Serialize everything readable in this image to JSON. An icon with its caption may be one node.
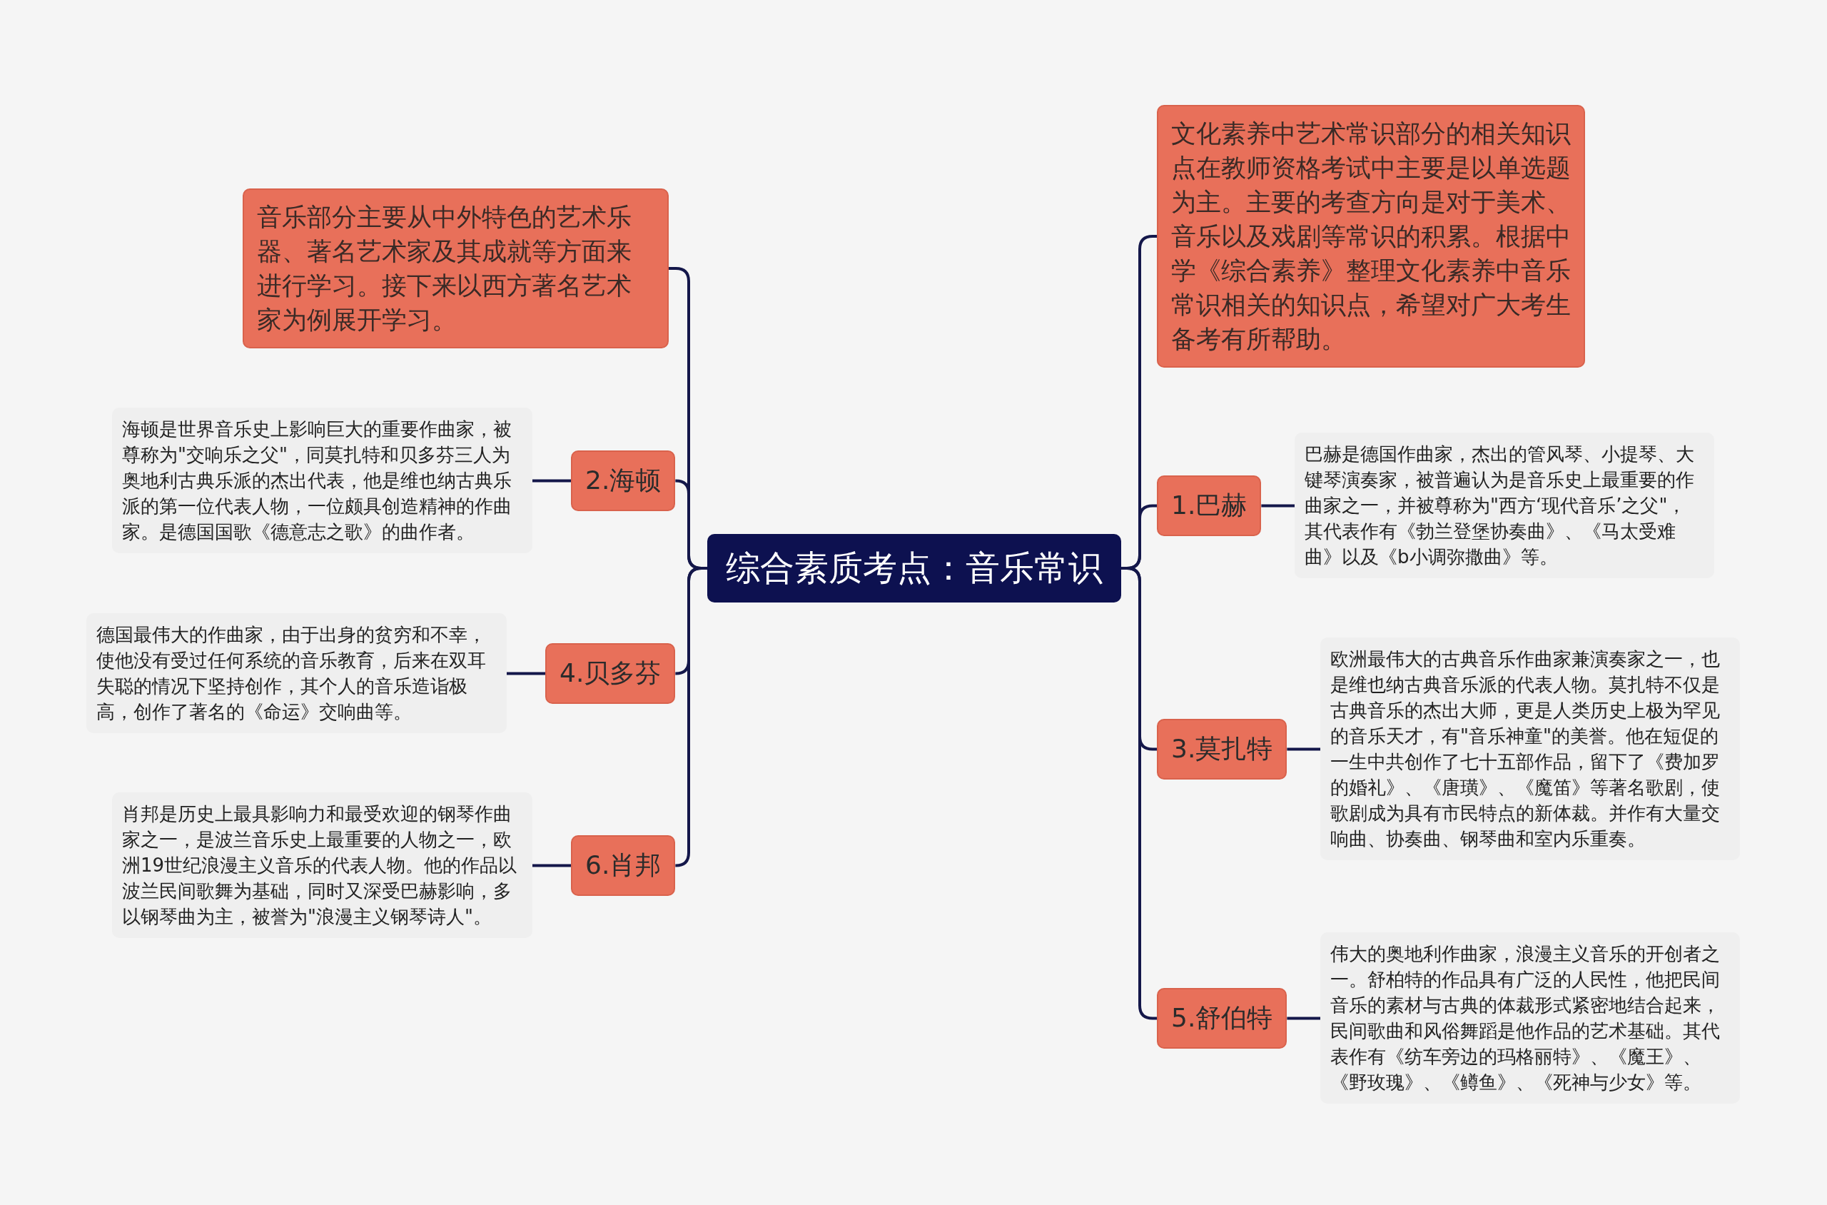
{
  "diagram": {
    "nodes": [
      {
        "text": [
          "综合素质考点：音乐常识"
        ]
      },
      {
        "text": [
          "音乐部分主要从中外特色的艺术乐器、著名艺术家及其成就等方面来进行学习。接下来以西方著名艺术家为例展开学习。"
        ]
      },
      {
        "text": [
          "2.海顿"
        ]
      },
      {
        "text": [
          "海顿是世界音乐史上影响巨大的重要作曲家，被尊称为\"交响乐之父\"，同莫扎特和贝多芬三人为奥地利古典乐派的杰出代表，他是维也纳古典乐派的第一位代表人物，一位颇具创造精神的作曲家。是德国国歌《德意志之歌》的曲作者。"
        ]
      },
      {
        "text": [
          "4.贝多芬"
        ]
      },
      {
        "text": [
          "德国最伟大的作曲家，由于出身的贫穷和不幸，使他没有受过任何系统的音乐教育，后来在双耳失聪的情况下坚持创作，其个人的音乐造诣极高，创作了著名的《命运》交响曲等。"
        ]
      },
      {
        "text": [
          "6.肖邦"
        ]
      },
      {
        "text": [
          "肖邦是历史上最具影响力和最受欢迎的钢琴作曲家之一，是波兰音乐史上最重要的人物之一，欧洲19世纪浪漫主义音乐的代表人物。他的作品以波兰民间歌舞为基础，同时又深受巴赫影响，多以钢琴曲为主，被誉为\"浪漫主义钢琴诗人\"。"
        ]
      },
      {
        "text": [
          "文化素养中艺术常识部分的相关知识点在教师资格考试中主要是以单选题为主。主要的考查方向是对于美术、音乐以及戏剧等常识的积累。根据中学《综合素养》整理文化素养中音乐常识相关的知识点，希望对广大考生备考有所帮助。"
        ]
      },
      {
        "text": [
          "1.巴赫"
        ]
      },
      {
        "text": [
          "巴赫是德国作曲家，杰出的管风琴、小提琴、大键琴演奏家，被普遍认为是音乐史上最重要的作曲家之一，并被尊称为\"西方‘现代音乐’之父\"，其代表作有《勃兰登堡协奏曲》、《马太受难曲》以及《b小调弥撒曲》等。"
        ]
      },
      {
        "text": [
          "3.莫扎特"
        ]
      },
      {
        "text": [
          "欧洲最伟大的古典音乐作曲家兼演奏家之一，也是维也纳古典音乐派的代表人物。莫扎特不仅是古典音乐的杰出大师，更是人类历史上极为罕见的音乐天才，有\"音乐神童\"的美誉。他在短促的一生中共创作了七十五部作品，留下了《费加罗的婚礼》、《唐璜》、《魔笛》等著名歌剧，使歌剧成为具有市民特点的新体裁。并作有大量交响曲、协奏曲、钢琴曲和室内乐重奏。"
        ]
      },
      {
        "text": [
          "5.舒伯特"
        ]
      },
      {
        "text": [
          "伟大的奥地利作曲家，浪漫主义音乐的开创者之一。舒柏特的作品具有广泛的人民性，他把民间音乐的素材与古典的体裁形式紧密地结合起来，民间歌曲和风俗舞蹈是他作品的艺术基础。其代表作有《纺车旁边的玛格丽特》、《魔王》、《野玫瑰》、《鳟鱼》、《死神与少女》等。"
        ]
      }
    ],
    "edges": [
      {
        "from": 0,
        "to": 1,
        "arrow": "none"
      },
      {
        "from": 0,
        "to": 2,
        "arrow": "none"
      },
      {
        "from": 0,
        "to": 4,
        "arrow": "none"
      },
      {
        "from": 0,
        "to": 6,
        "arrow": "none"
      },
      {
        "from": 0,
        "to": 8,
        "arrow": "none"
      },
      {
        "from": 0,
        "to": 9,
        "arrow": "none"
      },
      {
        "from": 0,
        "to": 11,
        "arrow": "none"
      },
      {
        "from": 0,
        "to": 13,
        "arrow": "none"
      },
      {
        "from": 2,
        "to": 3,
        "arrow": "none"
      },
      {
        "from": 4,
        "to": 5,
        "arrow": "none"
      },
      {
        "from": 6,
        "to": 7,
        "arrow": "none"
      },
      {
        "from": 9,
        "to": 10,
        "arrow": "none"
      },
      {
        "from": 11,
        "to": 12,
        "arrow": "none"
      },
      {
        "from": 13,
        "to": 14,
        "arrow": "none"
      }
    ]
  }
}
